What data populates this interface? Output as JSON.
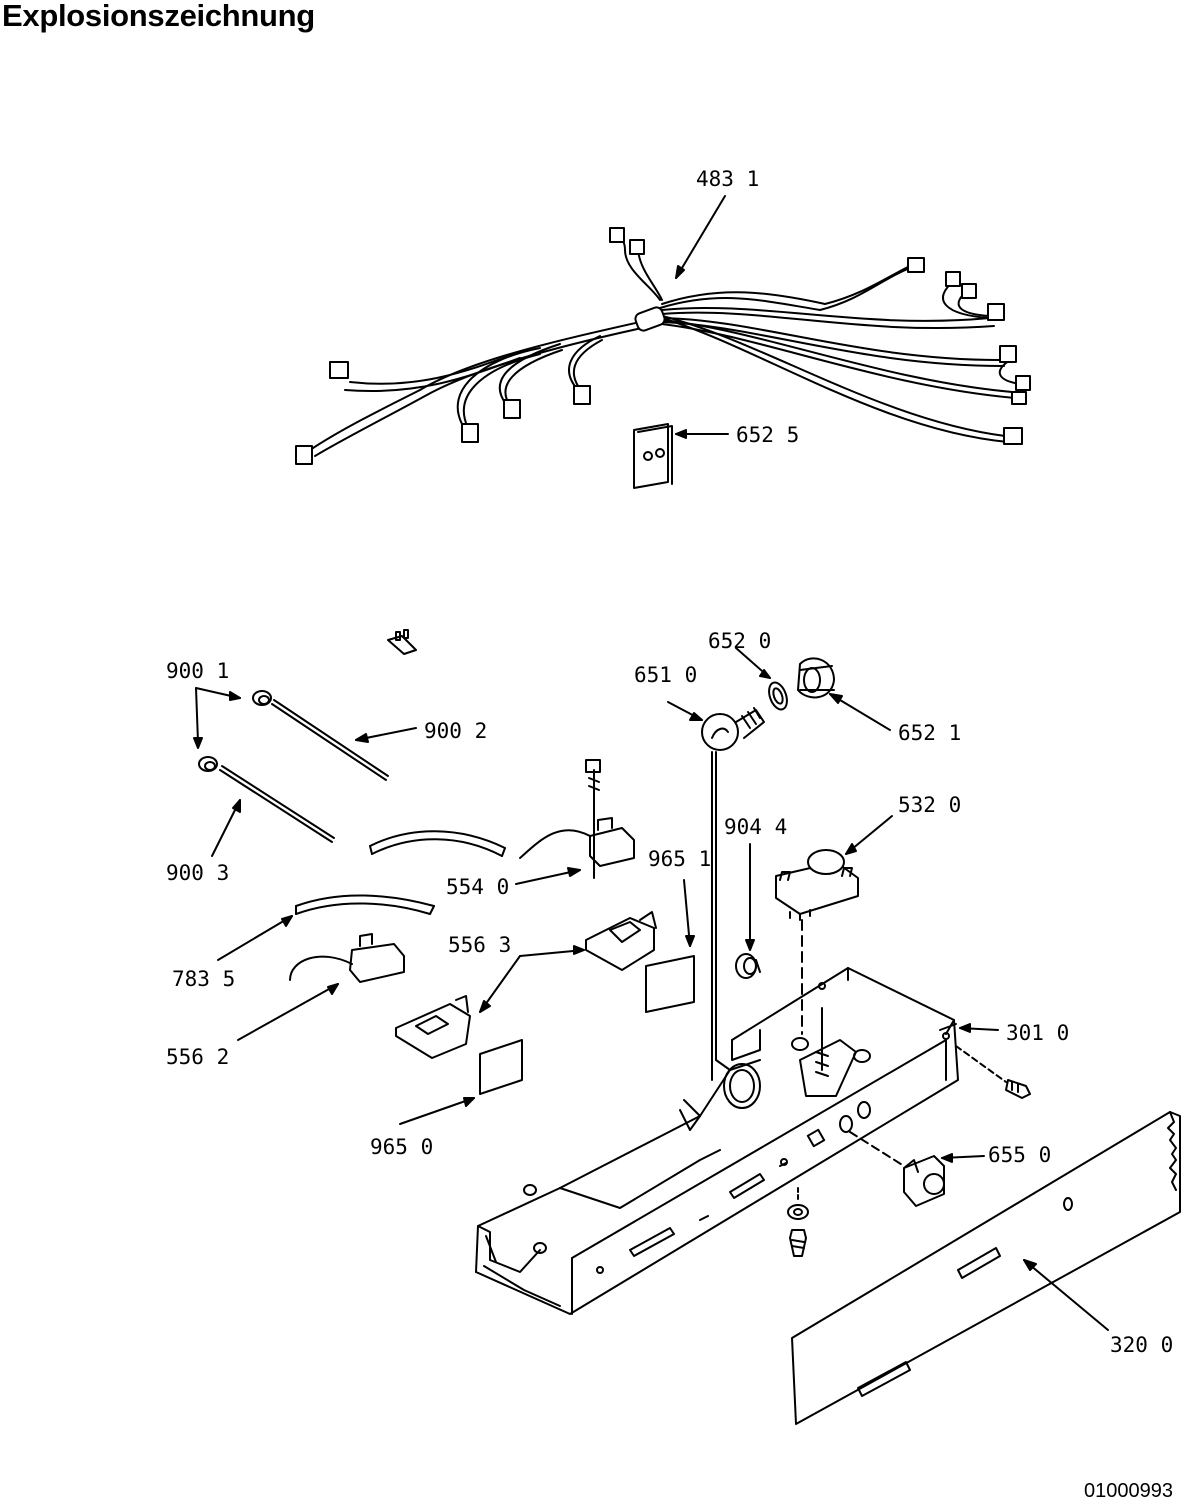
{
  "title": "Explosionszeichnung",
  "doc_number": "01000993",
  "parts": {
    "p4831": "483 1",
    "p6525": "652 5",
    "p9001": "900 1",
    "p9002": "900 2",
    "p9003": "900 3",
    "p6510": "651 0",
    "p6520": "652 0",
    "p6521": "652 1",
    "p5320": "532 0",
    "p9044": "904 4",
    "p9651": "965 1",
    "p5540": "554 0",
    "p5563": "556 3",
    "p7835": "783 5",
    "p5562": "556 2",
    "p3010": "301 0",
    "p9650": "965 0",
    "p6550": "655 0",
    "p3200": "320 0"
  }
}
